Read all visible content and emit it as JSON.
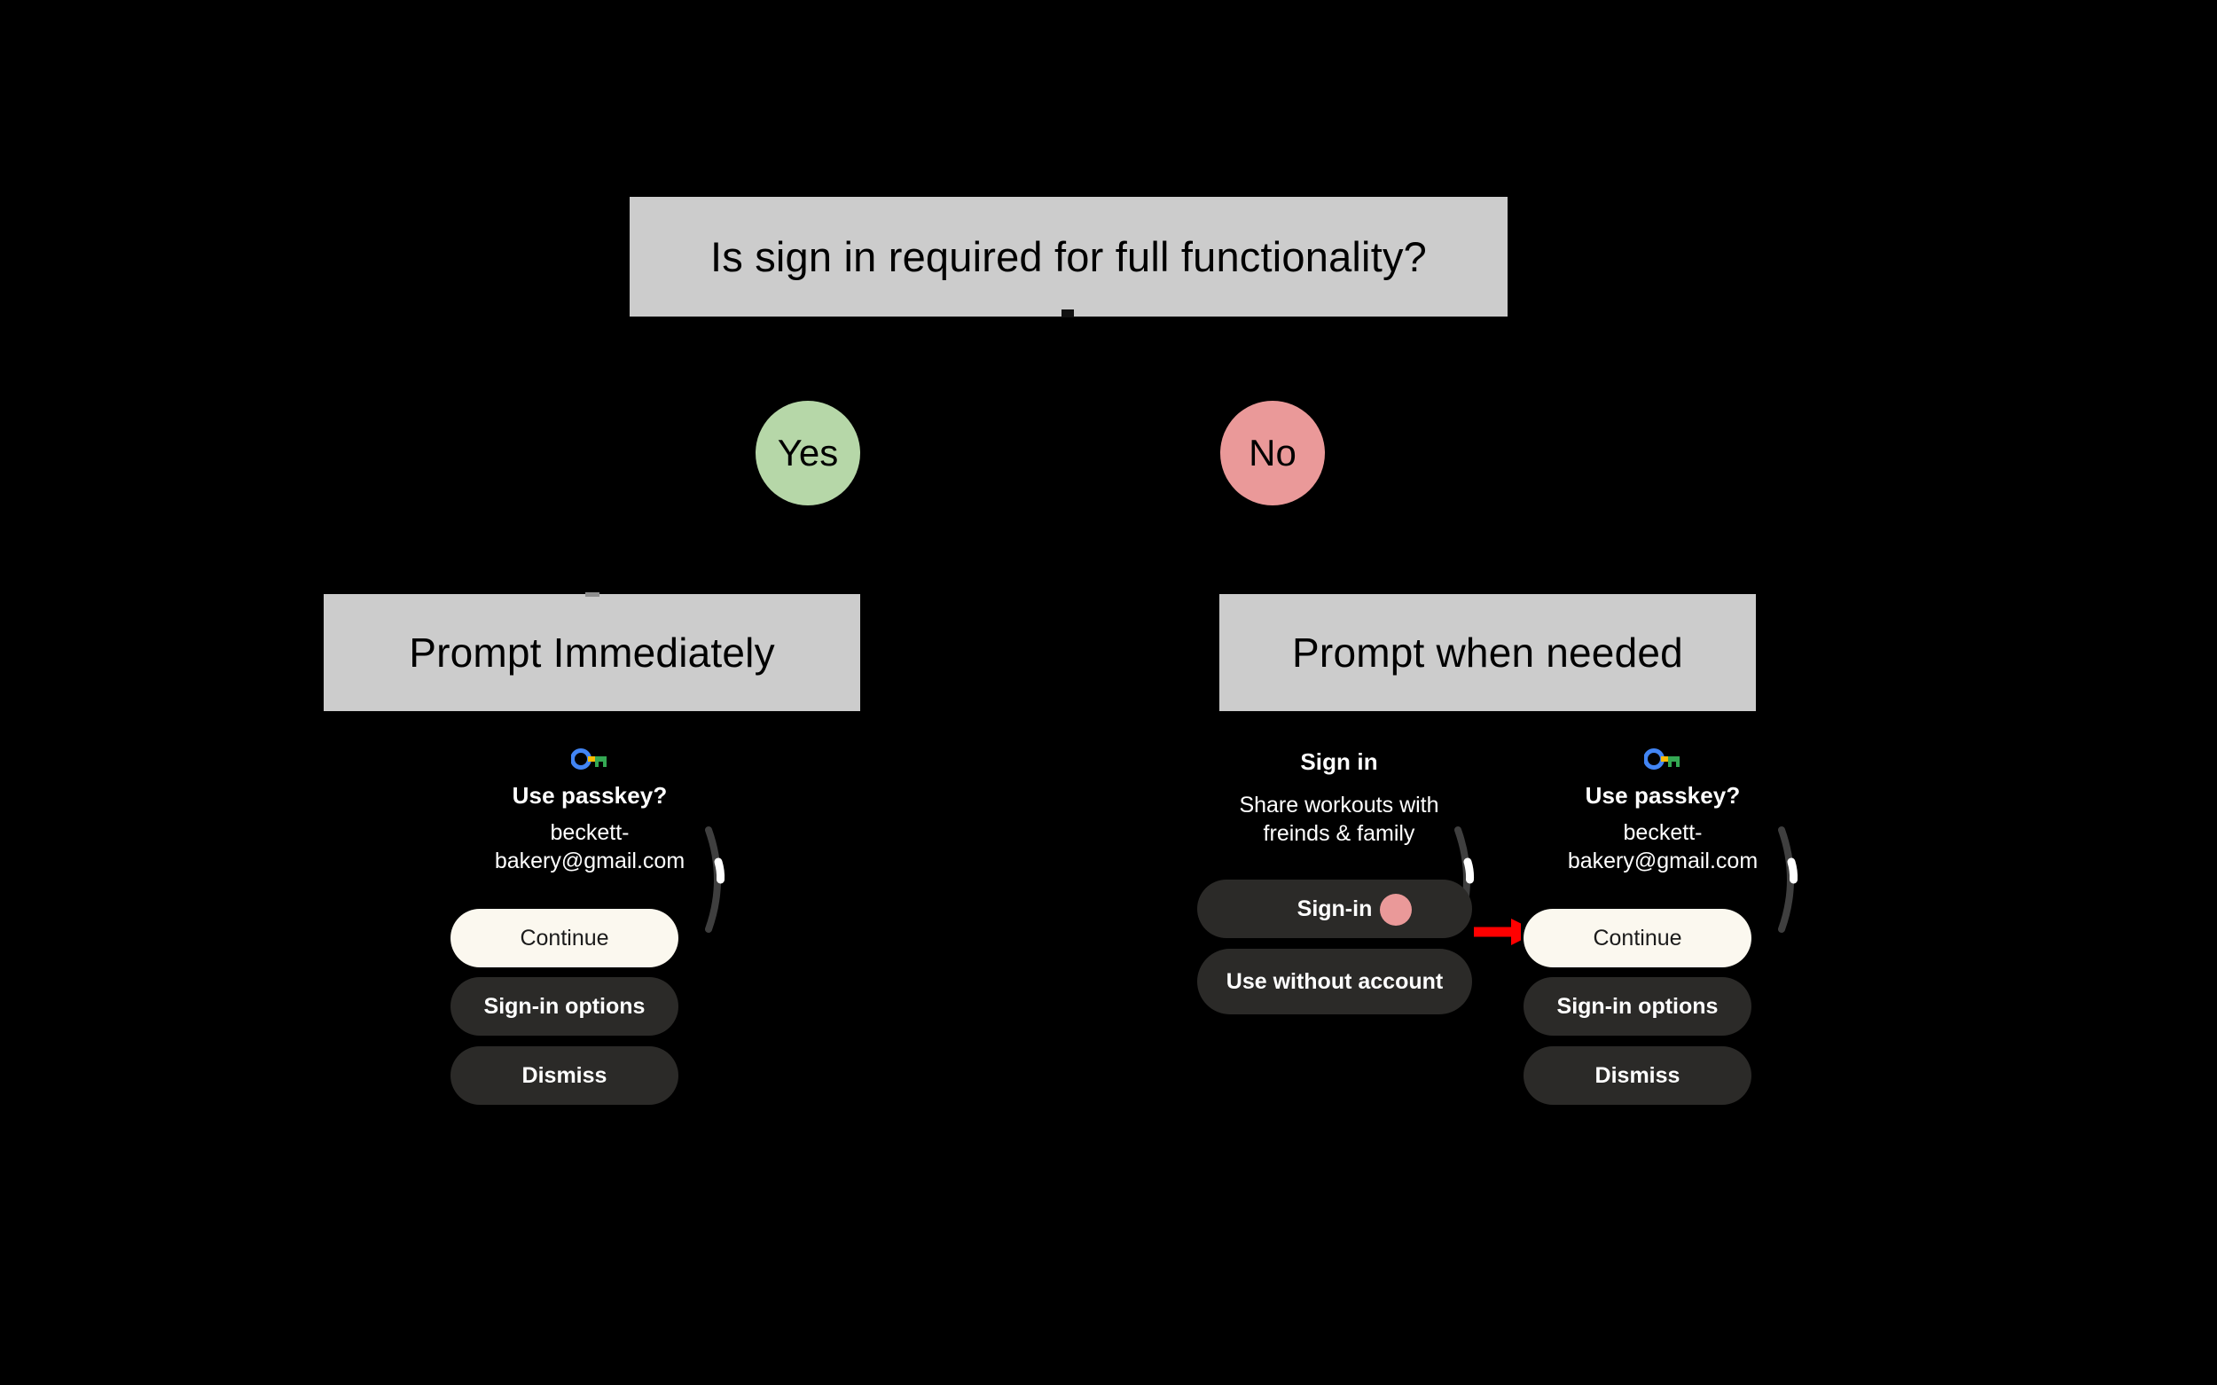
{
  "diagram": {
    "type": "decision-flowchart",
    "background_color": "#000000",
    "box_fill": "#cccccc",
    "decision": {
      "label": "Is sign in required for full functionality?"
    },
    "branches": [
      {
        "label": "Yes",
        "color": "#b6d7a8"
      },
      {
        "label": "No",
        "color": "#ea9999"
      }
    ],
    "outcomes": [
      {
        "label": "Prompt Immediately"
      },
      {
        "label": "Prompt when needed"
      }
    ]
  },
  "annotations": {
    "arrow_color": "#ff0000",
    "tap_indicator_color": "#ea9999"
  },
  "screens": {
    "left_passkey": {
      "icon": "google-passkey-icon",
      "title": "Use passkey?",
      "subtitle_line1": "beckett-",
      "subtitle_line2": "bakery@gmail.com",
      "buttons": [
        {
          "label": "Continue",
          "style": "primary"
        },
        {
          "label": "Sign-in options",
          "style": "secondary"
        },
        {
          "label": "Dismiss",
          "style": "secondary"
        }
      ]
    },
    "middle_signin": {
      "title": "Sign in",
      "subtitle_line1": "Share workouts with",
      "subtitle_line2": "freinds & family",
      "buttons": [
        {
          "label": "Sign-in",
          "style": "secondary"
        },
        {
          "label": "Use without account",
          "style": "secondary"
        }
      ]
    },
    "right_passkey": {
      "icon": "google-passkey-icon",
      "title": "Use passkey?",
      "subtitle_line1": "beckett-",
      "subtitle_line2": "bakery@gmail.com",
      "buttons": [
        {
          "label": "Continue",
          "style": "primary"
        },
        {
          "label": "Sign-in options",
          "style": "secondary"
        },
        {
          "label": "Dismiss",
          "style": "secondary"
        }
      ]
    }
  }
}
